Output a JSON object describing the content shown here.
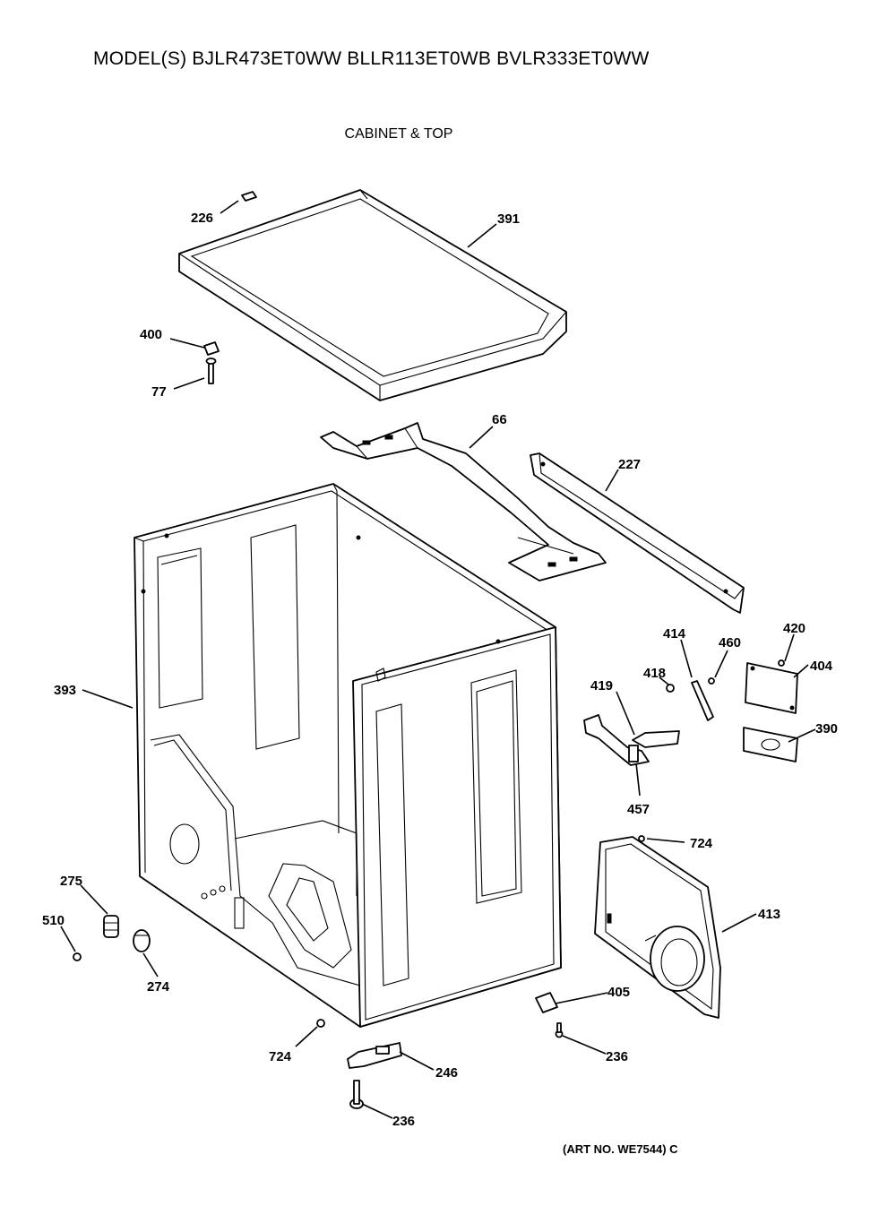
{
  "header": {
    "model_line": "MODEL(S) BJLR473ET0WW  BLLR113ET0WB  BVLR333ET0WW",
    "section_title": "CABINET & TOP"
  },
  "footer": {
    "art_number": "(ART NO. WE7544) C"
  },
  "callouts": [
    {
      "id": "c226",
      "label": "226"
    },
    {
      "id": "c391",
      "label": "391"
    },
    {
      "id": "c400",
      "label": "400"
    },
    {
      "id": "c77",
      "label": "77"
    },
    {
      "id": "c66",
      "label": "66"
    },
    {
      "id": "c227",
      "label": "227"
    },
    {
      "id": "c393",
      "label": "393"
    },
    {
      "id": "c414",
      "label": "414"
    },
    {
      "id": "c460",
      "label": "460"
    },
    {
      "id": "c420",
      "label": "420"
    },
    {
      "id": "c404",
      "label": "404"
    },
    {
      "id": "c418",
      "label": "418"
    },
    {
      "id": "c419",
      "label": "419"
    },
    {
      "id": "c390",
      "label": "390"
    },
    {
      "id": "c457",
      "label": "457"
    },
    {
      "id": "c724a",
      "label": "724"
    },
    {
      "id": "c413",
      "label": "413"
    },
    {
      "id": "c275",
      "label": "275"
    },
    {
      "id": "c510",
      "label": "510"
    },
    {
      "id": "c274",
      "label": "274"
    },
    {
      "id": "c405",
      "label": "405"
    },
    {
      "id": "c724b",
      "label": "724"
    },
    {
      "id": "c236a",
      "label": "236"
    },
    {
      "id": "c246",
      "label": "246"
    },
    {
      "id": "c236b",
      "label": "236"
    }
  ]
}
